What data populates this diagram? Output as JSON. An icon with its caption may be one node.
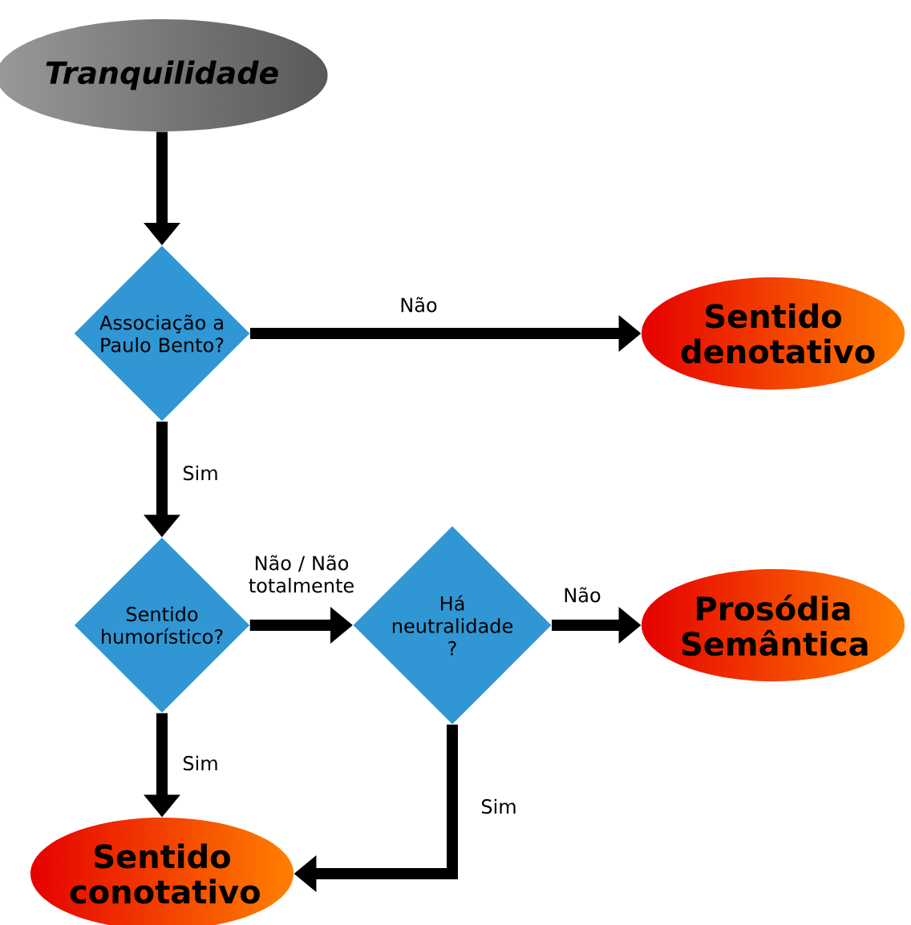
{
  "diagram": {
    "nodes": [
      {
        "text": [
          "Tranquilidade"
        ]
      },
      {
        "text": [
          "Associação a Paulo Bento?"
        ]
      },
      {
        "text": [
          "Sentido denotativo"
        ]
      },
      {
        "text": [
          "Sentido humorístico?"
        ]
      },
      {
        "text": [
          "Há neutralidade ?"
        ]
      },
      {
        "text": [
          "Prosódia Semântica"
        ]
      },
      {
        "text": [
          "Sentido conotativo"
        ]
      }
    ],
    "edges": [
      {
        "from": 0,
        "to": 1,
        "arrow": "to"
      },
      {
        "from": 1,
        "to": 2,
        "arrow": "to",
        "label": "Não"
      },
      {
        "from": 1,
        "to": 3,
        "arrow": "to",
        "label": "Sim"
      },
      {
        "from": 3,
        "to": 4,
        "arrow": "to",
        "label": "Não / Não totalmente"
      },
      {
        "from": 4,
        "to": 5,
        "arrow": "to",
        "label": "Não"
      },
      {
        "from": 3,
        "to": 6,
        "arrow": "to",
        "label": "Sim"
      },
      {
        "from": 4,
        "to": 6,
        "arrow": "to",
        "label": "Sim"
      }
    ]
  }
}
